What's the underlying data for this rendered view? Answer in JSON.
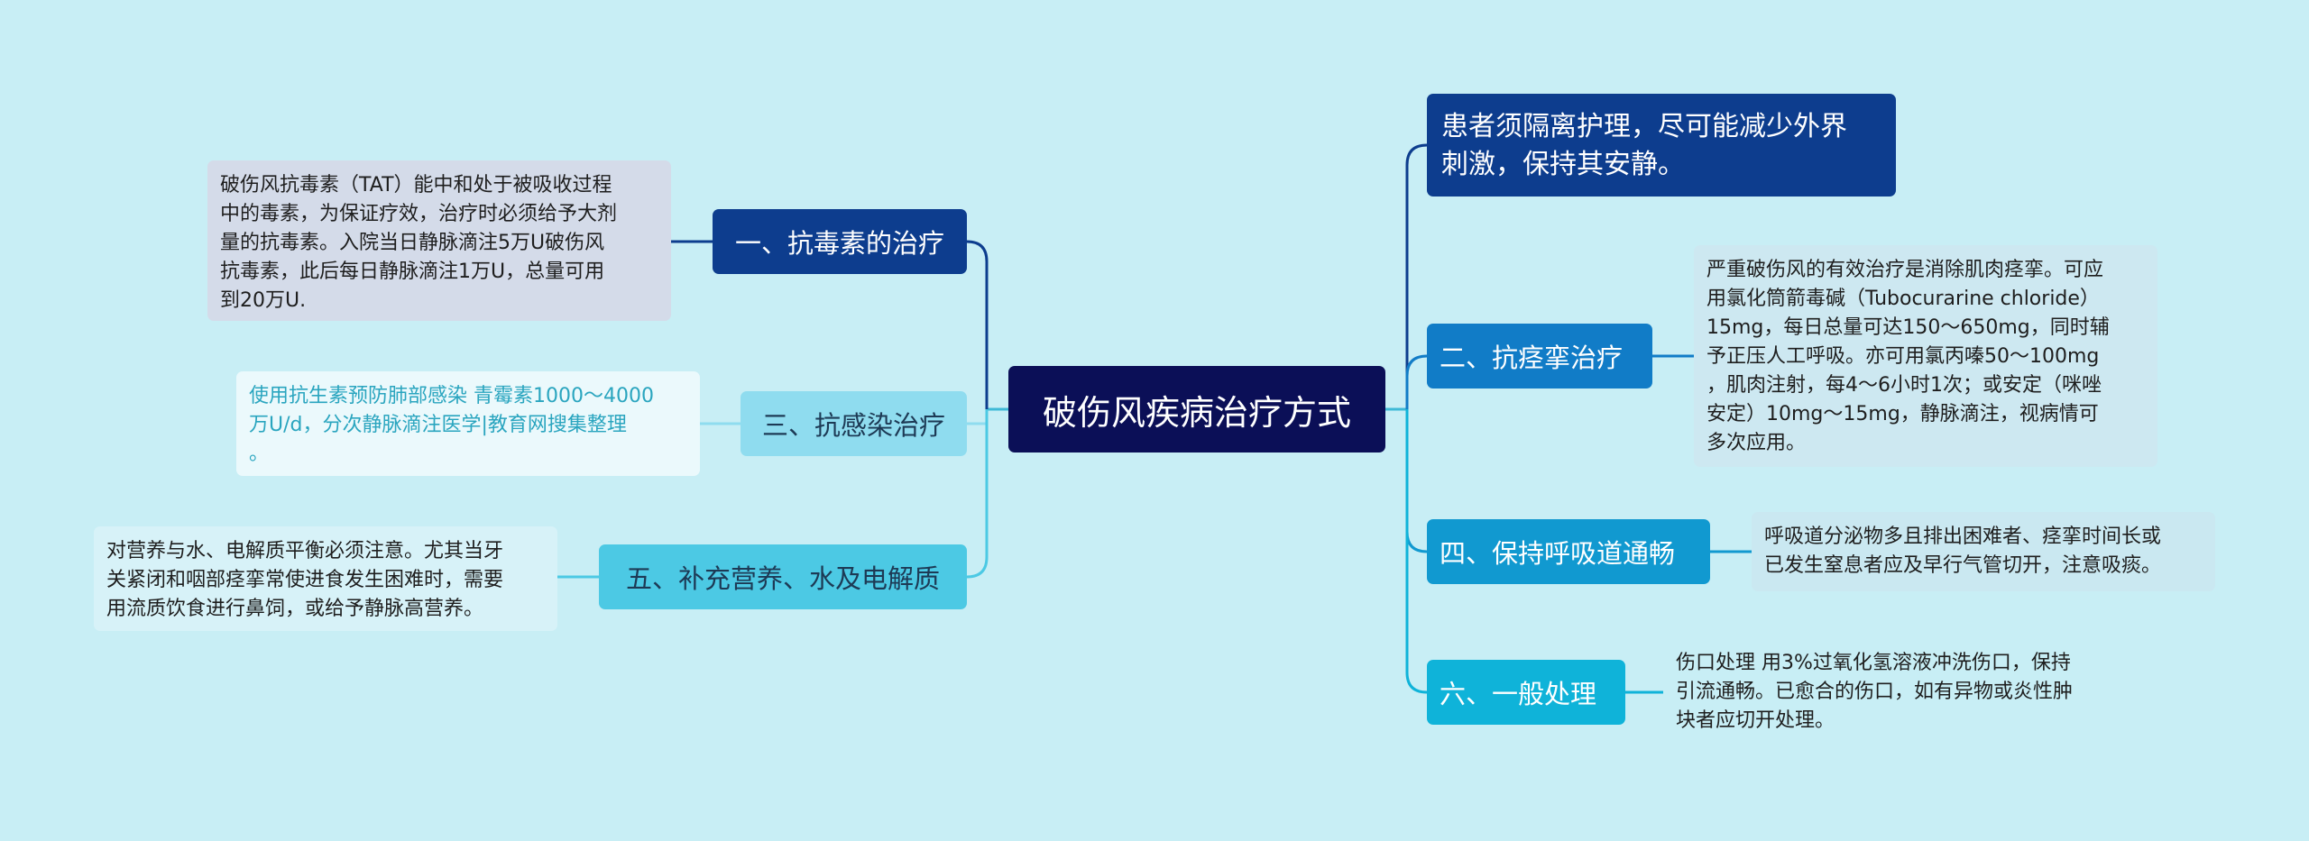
{
  "title": "破伤风疾病治疗方式",
  "colors": {
    "background": "#c8eef5",
    "center": "#0b0f57",
    "branch_1": "#0d3d8e",
    "branch_2": "#117cc7",
    "branch_3": "#8fdcef",
    "branch_4": "#1199d0",
    "branch_5": "#4cc9e4",
    "branch_6": "#0fb3d9"
  },
  "right_top_note": {
    "lines": [
      "患者须隔离护理，尽可能减少外界",
      "刺激，保持其安静。"
    ]
  },
  "branches": [
    {
      "label": "一、抗毒素的治疗",
      "detail_lines": [
        "破伤风抗毒素（TAT）能中和处于被吸收过程",
        "中的毒素，为保证疗效，治疗时必须给予大剂",
        "量的抗毒素。入院当日静脉滴注5万U破伤风",
        "抗毒素，此后每日静脉滴注1万U，总量可用",
        "到20万U."
      ]
    },
    {
      "label": "二、抗痉挛治疗",
      "detail_lines": [
        "严重破伤风的有效治疗是消除肌肉痉挛。可应",
        "用氯化筒箭毒碱（Tubocurarine chloride）",
        "15mg，每日总量可达150～650mg，同时辅",
        "予正压人工呼吸。亦可用氯丙嗪50～100mg",
        "，肌肉注射，每4～6小时1次；或安定（咪唑",
        "安定）10mg～15mg，静脉滴注，视病情可",
        "多次应用。"
      ]
    },
    {
      "label": "三、抗感染治疗",
      "detail_lines": [
        "使用抗生素预防肺部感染 青霉素1000～4000",
        "万U/d，分次静脉滴注医学|教育网搜集整理",
        "。"
      ]
    },
    {
      "label": "四、保持呼吸道通畅",
      "detail_lines": [
        "呼吸道分泌物多且排出困难者、痉挛时间长或",
        "已发生窒息者应及早行气管切开，注意吸痰。"
      ]
    },
    {
      "label": "五、补充营养、水及电解质",
      "detail_lines": [
        "对营养与水、电解质平衡必须注意。尤其当牙",
        "关紧闭和咽部痉挛常使进食发生困难时，需要",
        "用流质饮食进行鼻饲，或给予静脉高营养。"
      ]
    },
    {
      "label": "六、一般处理",
      "detail_lines": [
        "伤口处理 用3%过氧化氢溶液冲洗伤口，保持",
        "引流通畅。已愈合的伤口，如有异物或炎性肿",
        "块者应切开处理。"
      ]
    }
  ]
}
